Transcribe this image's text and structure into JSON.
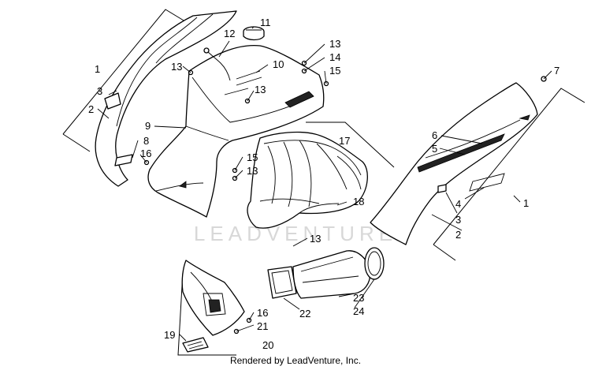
{
  "watermark": "LEADVENTURE",
  "credit": "Rendered by LeadVenture, Inc.",
  "callouts": {
    "left_1": "1",
    "left_3": "3",
    "left_2": "2",
    "c9": "9",
    "c8": "8",
    "c16_left": "16",
    "c12": "12",
    "c11": "11",
    "c13_top_left": "13",
    "c10": "10",
    "c13_mid": "13",
    "c13_top_right": "13",
    "c14": "14",
    "c15_top": "15",
    "c15_mid": "15",
    "c13_lower": "13",
    "c17": "17",
    "c18": "18",
    "c13_bottom": "13",
    "c7": "7",
    "c6": "6",
    "c5": "5",
    "c4": "4",
    "right_3": "3",
    "right_2": "2",
    "right_1": "1",
    "c22": "22",
    "c23": "23",
    "c24": "24",
    "c16_bottom": "16",
    "c21": "21",
    "c19": "19",
    "c20": "20"
  }
}
